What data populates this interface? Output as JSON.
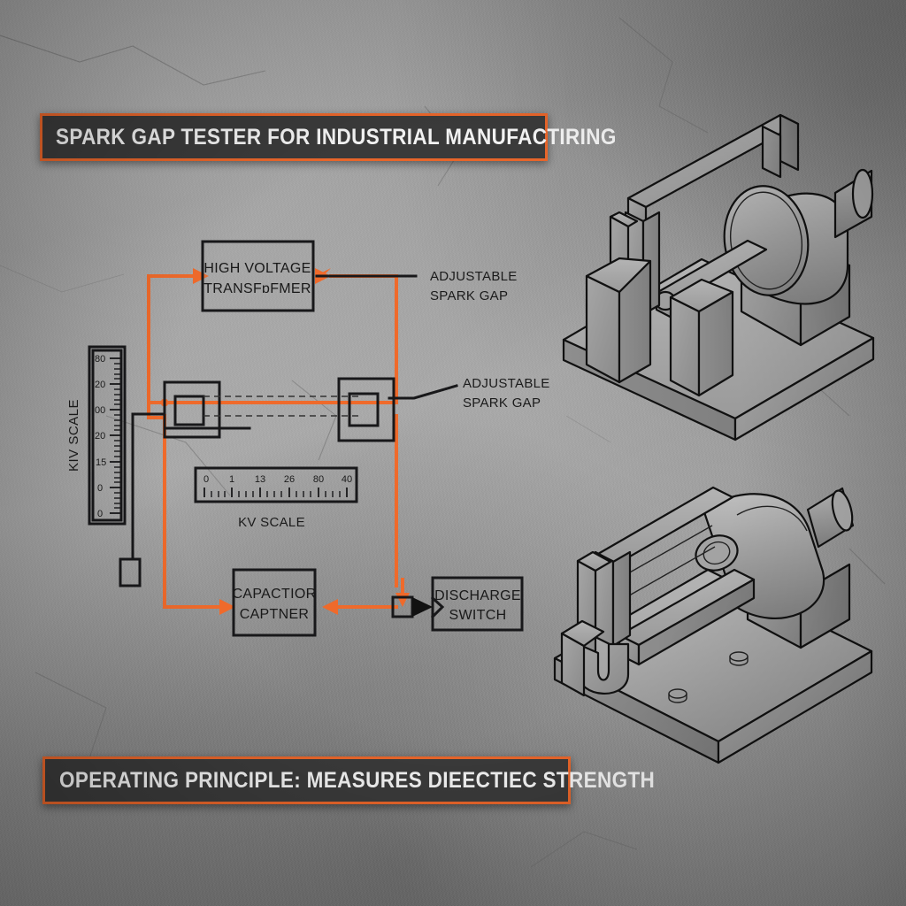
{
  "banners": {
    "top": "SPARK GAP TESTER FOR INDUSTRIAL MANUFACTIRING",
    "bottom": "OPERATING PRINCIPLE: MEASURES DIEECTIEC STRENGTH"
  },
  "colors": {
    "accent_orange": "#ef6a2b",
    "banner_bg": "#3a3a3a",
    "banner_text": "#f2f2f2",
    "line_black": "#18181a",
    "wall_grey": "#9a9a9a",
    "machine_fill": "#9c9c9c"
  },
  "diagram": {
    "blocks": [
      {
        "id": "transformer",
        "line1": "HIGH VOLTAGE",
        "line2": "TRANSFɒFMER"
      },
      {
        "id": "capacitor",
        "line1": "CAPACTIOR",
        "line2": "CAPTNER"
      },
      {
        "id": "discharge",
        "line1": "DISCHARGE",
        "line2": "SWITCH"
      }
    ],
    "callouts": [
      {
        "id": "callout-top",
        "line1": "ADJUSTABLE",
        "line2": "SPARK GAP"
      },
      {
        "id": "callout-middle",
        "line1": "ADJUSTABLE",
        "line2": "SPARK GAP"
      }
    ],
    "vertical_scale": {
      "label": "KIV SCALE",
      "ticks": [
        "80",
        "20",
        "00",
        "20",
        "15",
        "0",
        "0"
      ]
    },
    "horizontal_scale": {
      "label": "KV SCALE",
      "ticks": [
        "0",
        "1",
        "13",
        "26",
        "80",
        "40"
      ]
    }
  },
  "machines": [
    {
      "id": "machine-top",
      "name": "spark-gap-tester-isometric-view-1"
    },
    {
      "id": "machine-bottom",
      "name": "spark-gap-tester-isometric-view-2"
    }
  ]
}
